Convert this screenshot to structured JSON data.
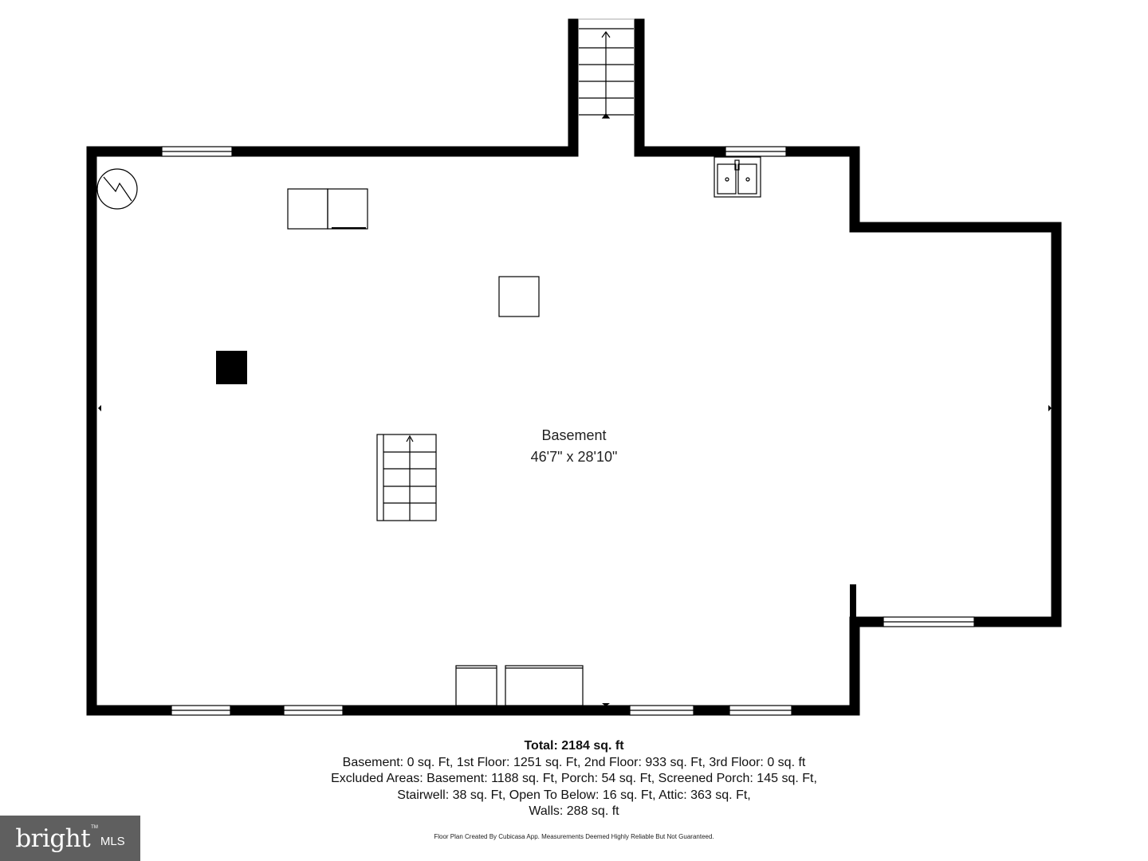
{
  "room": {
    "name": "Basement",
    "dimensions": "46'7\" x 28'10\""
  },
  "summary": {
    "total": "Total: 2184 sq. ft",
    "lines": [
      "Basement: 0 sq. Ft, 1st Floor: 1251 sq. Ft, 2nd Floor: 933 sq. Ft, 3rd Floor: 0 sq. ft",
      "Excluded Areas: Basement: 1188 sq. Ft, Porch: 54 sq. Ft, Screened Porch: 145 sq. Ft,",
      "Stairwell: 38 sq. Ft, Open To Below: 16 sq. Ft, Attic: 363 sq. Ft,",
      "Walls: 288 sq. ft"
    ]
  },
  "disclaimer": "Floor Plan Created By Cubicasa App. Measurements Deemed Highly Reliable But Not Guaranteed.",
  "logo": {
    "word": "bright",
    "tm": "TM",
    "suffix": "MLS"
  },
  "colors": {
    "wall": "#000000",
    "background": "#ffffff",
    "logo_bg": "#5f5f5f"
  },
  "icons": [
    "water-heater-icon",
    "sink-icon",
    "stair-arrow-icon"
  ]
}
